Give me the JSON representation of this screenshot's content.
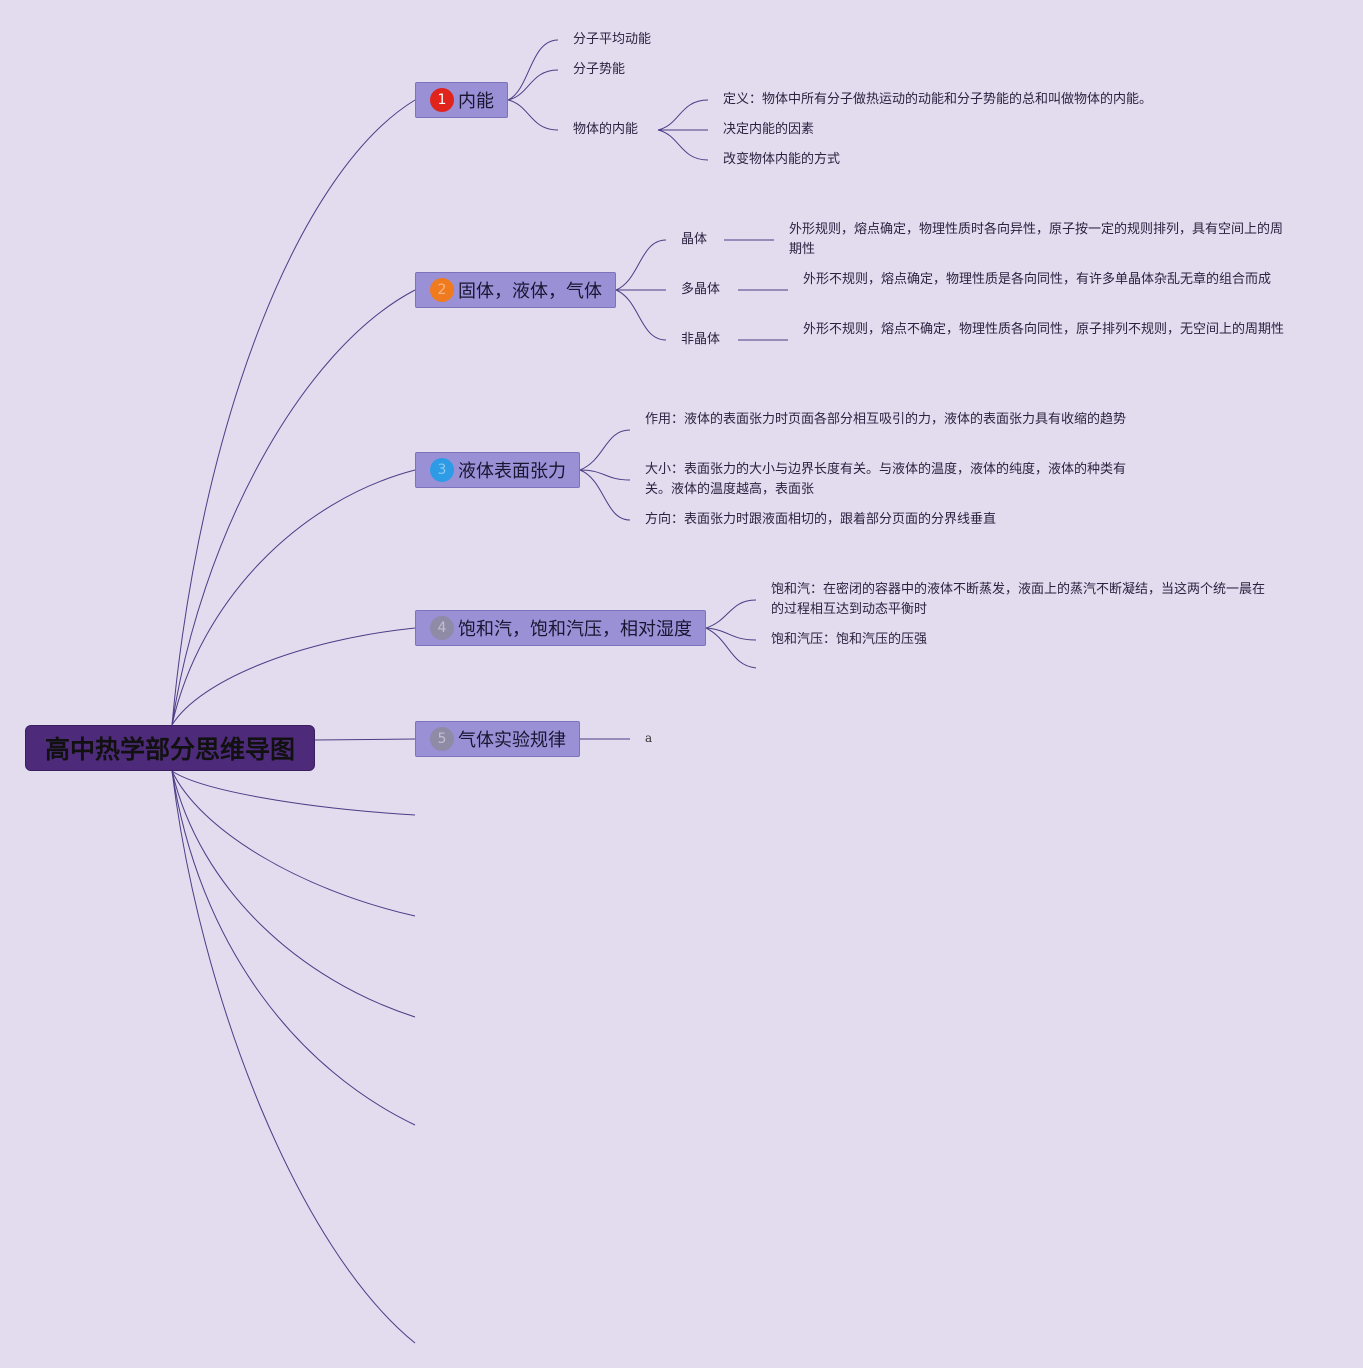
{
  "root": {
    "title": "高中热学部分思维导图"
  },
  "colors": {
    "background": "#e3dbee",
    "root_fill": "#4e2b7a",
    "branch_fill": "#9a90d6",
    "line": "#4a3e86"
  },
  "branches": [
    {
      "number": "1",
      "badge_color": "#e0241c",
      "label": "内能",
      "children": [
        {
          "label": "分子平均动能"
        },
        {
          "label": "分子势能"
        },
        {
          "label": "物体的内能",
          "children": [
            {
              "label": "定义：物体中所有分子做热运动的动能和分子势能的总和叫做物体的内能。"
            },
            {
              "label": "决定内能的因素"
            },
            {
              "label": "改变物体内能的方式"
            }
          ]
        }
      ]
    },
    {
      "number": "2",
      "badge_color": "#f07a1e",
      "label": "固体，液体，气体",
      "children": [
        {
          "label": "晶体",
          "detail": "外形规则，熔点确定，物理性质时各向异性，原子按一定的规则排列，具有空间上的周期性"
        },
        {
          "label": "多晶体",
          "detail": "外形不规则，熔点确定，物理性质是各向同性，有许多单晶体杂乱无章的组合而成"
        },
        {
          "label": "非晶体",
          "detail": "外形不规则，熔点不确定，物理性质各向同性，原子排列不规则，无空间上的周期性"
        }
      ]
    },
    {
      "number": "3",
      "badge_color": "#2d9be6",
      "label": "液体表面张力",
      "children": [
        {
          "label": "作用：液体的表面张力时页面各部分相互吸引的力，液体的表面张力具有收缩的趋势"
        },
        {
          "label": "大小：表面张力的大小与边界长度有关。与液体的温度，液体的纯度，液体的种类有关。液体的温度越高，表面张"
        },
        {
          "label": "方向：表面张力时跟液面相切的，跟着部分页面的分界线垂直"
        }
      ]
    },
    {
      "number": "4",
      "badge_color": "#8f8aa6",
      "label": "饱和汽，饱和汽压，相对湿度",
      "children": [
        {
          "label": "饱和汽：在密闭的容器中的液体不断蒸发，液面上的蒸汽不断凝结，当这两个统一晨在的过程相互达到动态平衡时"
        },
        {
          "label": "饱和汽压：饱和汽压的压强"
        }
      ]
    },
    {
      "number": "5",
      "badge_color": "#8f8aa6",
      "label": "气体实验规律",
      "children": [
        {
          "label": "a"
        }
      ]
    }
  ]
}
